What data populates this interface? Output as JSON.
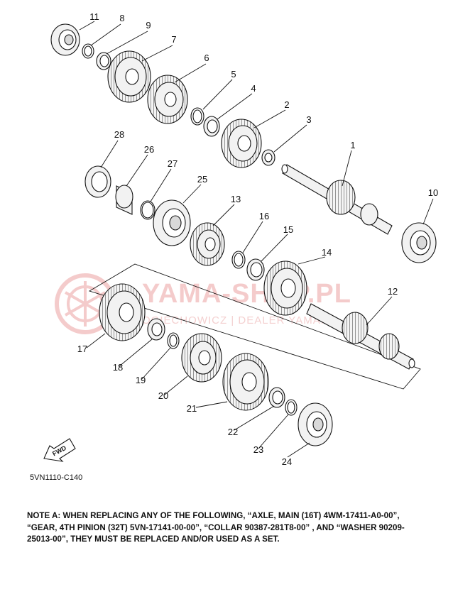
{
  "diagram": {
    "watermark": {
      "title": "YAMA-SHOP.PL",
      "subtitle": "OGIECHOWICZ | DEALER YAMAHA"
    },
    "diagram_code": "5VN1110-C140",
    "fwd_label": "FWD",
    "callouts": [
      "1",
      "2",
      "3",
      "4",
      "5",
      "6",
      "7",
      "8",
      "9",
      "10",
      "11",
      "12",
      "13",
      "14",
      "15",
      "16",
      "17",
      "18",
      "19",
      "20",
      "21",
      "22",
      "23",
      "24",
      "25",
      "26",
      "27",
      "28"
    ],
    "icons": {
      "brand": "yamaha-tuning-fork-logo-watermark",
      "direction": "forward-arrow-icon"
    }
  },
  "note": {
    "text": "NOTE A: WHEN REPLACING ANY OF THE FOLLOWING, “AXLE, MAIN (16T) 4WM-17411-A0-00”, “GEAR, 4TH PINION (32T) 5VN-17141-00-00”, “COLLAR 90387-281T8-00” , AND “WASHER 90209-25013-00”, THEY MUST BE REPLACED AND/OR USED AS A SET."
  }
}
